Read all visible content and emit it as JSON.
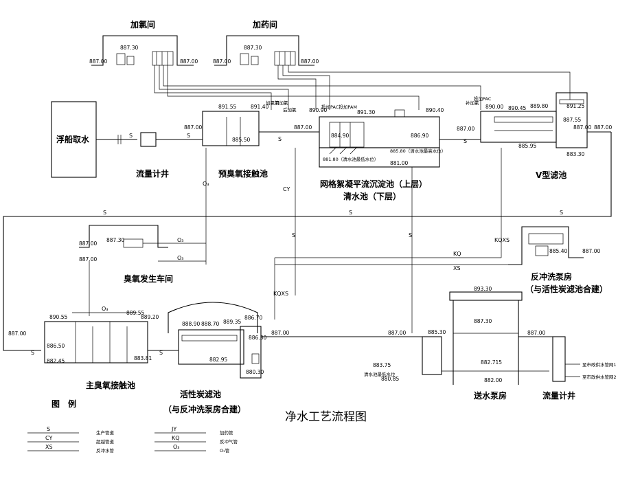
{
  "diagram": {
    "title": "净水工艺流程图",
    "units": {
      "chlorination_room": {
        "label": "加氯间",
        "elev_left": "887.00",
        "elev_inner": "887.30",
        "elev_right": "887.00"
      },
      "dosing_room": {
        "label": "加药间",
        "elev_left": "887.00",
        "elev_inner": "887.30",
        "elev_right": "887.00"
      },
      "raw_intake": {
        "label": "浮船取水"
      },
      "flow_well_1": {
        "label": "流量计井"
      },
      "pre_ozone": {
        "label": "预臭氧接触池",
        "elev_top_left": "891.55",
        "elev_top_right": "891.40",
        "elev_bottom": "885.50",
        "elev_outlet": "887.00",
        "elev_inlet": "887.00"
      },
      "grid_floc": {
        "label_upper": "网格絮凝平流沉淀池（上层）",
        "label_lower": "清水池（下层）",
        "elev_left": "890.90",
        "elev_mid": "891.30",
        "elev_right": "890.40",
        "elev_inner1": "884.90",
        "elev_inner2": "886.90",
        "elev_note": "885.80（清水池最高水位）",
        "elev_low_note": "881.80（清水池最低水位）",
        "elev_bottom": "881.00",
        "elev_outlet": "887.00"
      },
      "v_filter": {
        "label": "V型滤池",
        "elev_a": "890.00",
        "elev_b": "890.45",
        "elev_c": "889.80",
        "elev_d": "891.25",
        "elev_e": "887.55",
        "elev_f": "887.00",
        "elev_g": "887.00",
        "elev_h": "885.95",
        "elev_i": "883.30"
      },
      "ozone_gen": {
        "label": "臭氧发生车间",
        "elev_left": "887.00",
        "elev_inner": "887.30",
        "elev_bottom": "887.00"
      },
      "backwash": {
        "label": "反冲洗泵房",
        "sublabel": "（与活性炭滤池合建）",
        "elev": "885.40",
        "elev_right": "887.00"
      },
      "main_ozone": {
        "label": "主臭氧接触池",
        "elev_a": "890.55",
        "elev_b": "889.55",
        "elev_c": "889.20",
        "elev_d": "887.00",
        "elev_e": "886.50",
        "elev_f": "882.45",
        "elev_g": "883.81"
      },
      "carbon_filter": {
        "label": "活性炭滤池",
        "sublabel": "（与反冲洗泵房合建）",
        "elev_a": "888.90",
        "elev_b": "888.70",
        "elev_c": "889.35",
        "elev_d": "886.70",
        "elev_e": "886.30",
        "elev_f": "882.95",
        "elev_g": "880.30",
        "elev_h": "887.00"
      },
      "pump_station": {
        "label": "送水泵房",
        "elev_a": "893.30",
        "elev_b": "887.30",
        "elev_c": "885.30",
        "elev_d": "882.715",
        "elev_e": "882.00",
        "elev_f": "883.75",
        "elev_g": "880.85",
        "elev_h": "887.00",
        "note": "清水池最低水位"
      },
      "flow_well_2": {
        "label": "流量计井",
        "elev": "887.00"
      }
    },
    "pipe_tags": {
      "S": "S",
      "CY": "CY",
      "XS": "XS",
      "JY": "JY",
      "KQ": "KQ",
      "O3": "O₃",
      "KQXS": "KQXS"
    },
    "chem_notes": {
      "pac_pam": "投加PAC投加PAM",
      "pre_chlor": "前加氯",
      "post_chlor": "后加氯",
      "add_chlor": "补加氯",
      "add_pac": "投加PAC"
    },
    "outlets": [
      "至市政供水管网1",
      "至市政供水管网2"
    ],
    "legend": {
      "heading": "图　例",
      "items": [
        {
          "code": "S",
          "desc": "生产管道"
        },
        {
          "code": "CY",
          "desc": "超越管道"
        },
        {
          "code": "XS",
          "desc": "反冲水管"
        },
        {
          "code": "JY",
          "desc": "加药管"
        },
        {
          "code": "KQ",
          "desc": "反冲气管"
        },
        {
          "code": "O₃",
          "desc": "O₃管"
        }
      ]
    }
  }
}
